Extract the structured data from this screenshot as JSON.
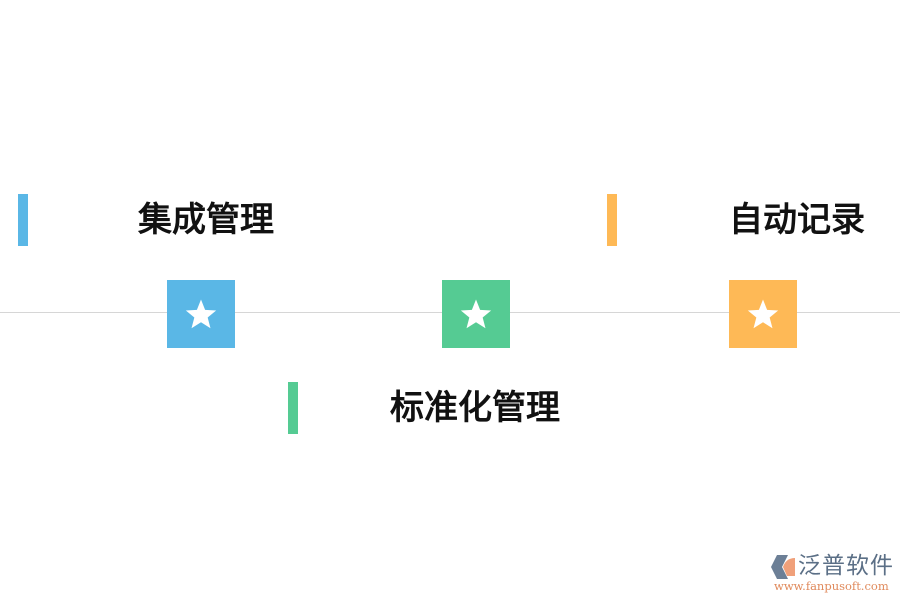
{
  "diagram": {
    "type": "timeline",
    "colors": {
      "blue": "#5ab7e6",
      "green": "#55cb93",
      "orange": "#feb956",
      "line": "#d6d6d6",
      "text": "#111111"
    },
    "items": [
      {
        "label": "集成管理",
        "color": "#5ab7e6",
        "position": "above",
        "icon": "star-icon"
      },
      {
        "label": "标准化管理",
        "color": "#55cb93",
        "position": "below",
        "icon": "star-icon"
      },
      {
        "label": "自动记录",
        "color": "#feb956",
        "position": "above",
        "icon": "star-icon"
      }
    ]
  },
  "watermark": {
    "brand_cn": "泛普软件",
    "url": "www.fanpusoft.com",
    "colors": {
      "brand": "#5b6f86",
      "url": "#e08a5c",
      "icon_left": "#6c7f96",
      "icon_right": "#f0a07a"
    }
  }
}
